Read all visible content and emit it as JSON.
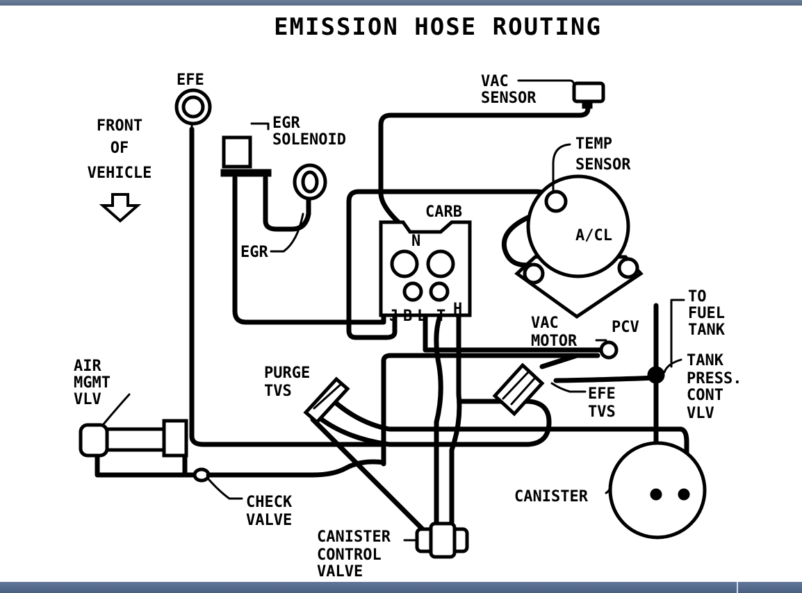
{
  "diagram": {
    "title": "EMISSION HOSE ROUTING",
    "labels": {
      "efe": "EFE",
      "front_of_vehicle": [
        "FRONT",
        "OF",
        "VEHICLE"
      ],
      "egr_solenoid": [
        "EGR",
        "SOLENOID"
      ],
      "egr": "EGR",
      "vac_sensor": [
        "VAC",
        "SENSOR"
      ],
      "temp_sensor": [
        "TEMP",
        "SENSOR"
      ],
      "carb": "CARB",
      "carb_ports": [
        "N",
        "J",
        "B",
        "L",
        "T",
        "H"
      ],
      "acl": "A/CL",
      "vac_motor": [
        "VAC",
        "MOTOR"
      ],
      "pcv": "PCV",
      "to_fuel_tank": [
        "TO",
        "FUEL",
        "TANK"
      ],
      "tank_press_cont_vlv": [
        "TANK",
        "PRESS.",
        "CONT",
        "VLV"
      ],
      "air_mgmt_vlv": [
        "AIR",
        "MGMT",
        "VLV"
      ],
      "purge_tvs": [
        "PURGE",
        "TVS"
      ],
      "efe_tvs": [
        "EFE",
        "TVS"
      ],
      "canister": "CANISTER",
      "check_valve": [
        "CHECK",
        "VALVE"
      ],
      "canister_control_valve": [
        "CANISTER",
        "CONTROL",
        "VALVE"
      ]
    }
  }
}
